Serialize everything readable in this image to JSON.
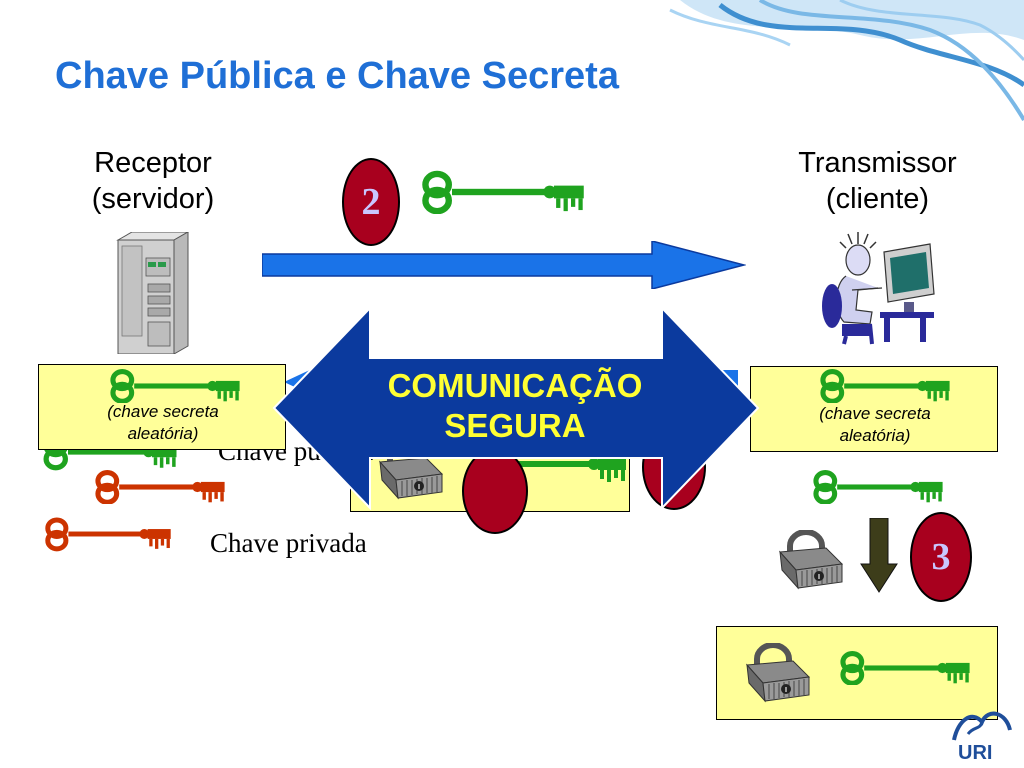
{
  "title": "Chave Pública e Chave Secreta",
  "receptor": {
    "line1": "Receptor",
    "line2": "(servidor)"
  },
  "transmissor": {
    "line1": "Transmissor",
    "line2": "(cliente)"
  },
  "secret_key_box": {
    "line1": "(chave secreta",
    "line2": "aleatória)"
  },
  "public_key_label": "Chave pública",
  "private_key_label": "Chave privada",
  "steps": [
    "2",
    "3"
  ],
  "secure_banner": {
    "line1": "COMUNICAÇÃO",
    "line2": "SEGURA"
  },
  "logo_text": "URI",
  "colors": {
    "title": "#1f6fd6",
    "public_key": "#1fa31f",
    "private_key": "#cc3300",
    "box_fill": "#ffff99",
    "step_badge": "#a8001e",
    "arrow_blue": "#1a73e8",
    "banner_blue": "#0b3a9e",
    "banner_text": "#ffff33",
    "down_arrow": "#3d3d1a"
  },
  "icons": [
    "server-icon",
    "user-computer-icon",
    "key-icon",
    "padlock-icon",
    "smoke-decoration",
    "uri-logo"
  ]
}
